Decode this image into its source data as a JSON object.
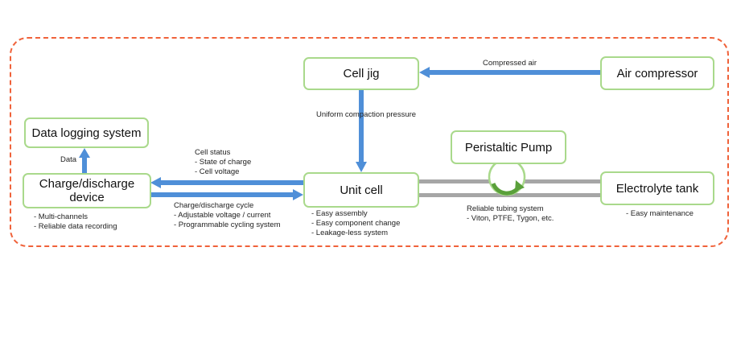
{
  "boxes": {
    "data_logging": "Data logging system",
    "charge_discharge_line1": "Charge/discharge",
    "charge_discharge_line2": "device",
    "cell_jig": "Cell jig",
    "unit_cell": "Unit cell",
    "air_compressor": "Air compressor",
    "peristaltic_pump": "Peristaltic Pump",
    "electrolyte_tank": "Electrolyte tank"
  },
  "labels": {
    "compressed_air": "Compressed air",
    "uniform_pressure": "Uniform compaction pressure",
    "data": "Data",
    "cell_status": [
      "Cell status",
      "- State of charge",
      "- Cell voltage"
    ],
    "cycle": [
      "Charge/discharge cycle",
      "- Adjustable voltage / current",
      "- Programmable cycling system"
    ],
    "tubing": [
      "Reliable tubing system",
      "- Viton, PTFE, Tygon, etc."
    ]
  },
  "notes": {
    "charge_device": [
      "- Multi-channels",
      "- Reliable data recording"
    ],
    "unit_cell": [
      "- Easy assembly",
      "- Easy component change",
      "- Leakage-less system"
    ],
    "electrolyte_tank": [
      "- Easy maintenance"
    ]
  },
  "colors": {
    "border_dashed": "#f0623a",
    "box_border": "#a9d98b",
    "arrow_blue": "#4f8fd8",
    "tube_gray": "#a6a6a6",
    "pump_green": "#5aa03a"
  }
}
